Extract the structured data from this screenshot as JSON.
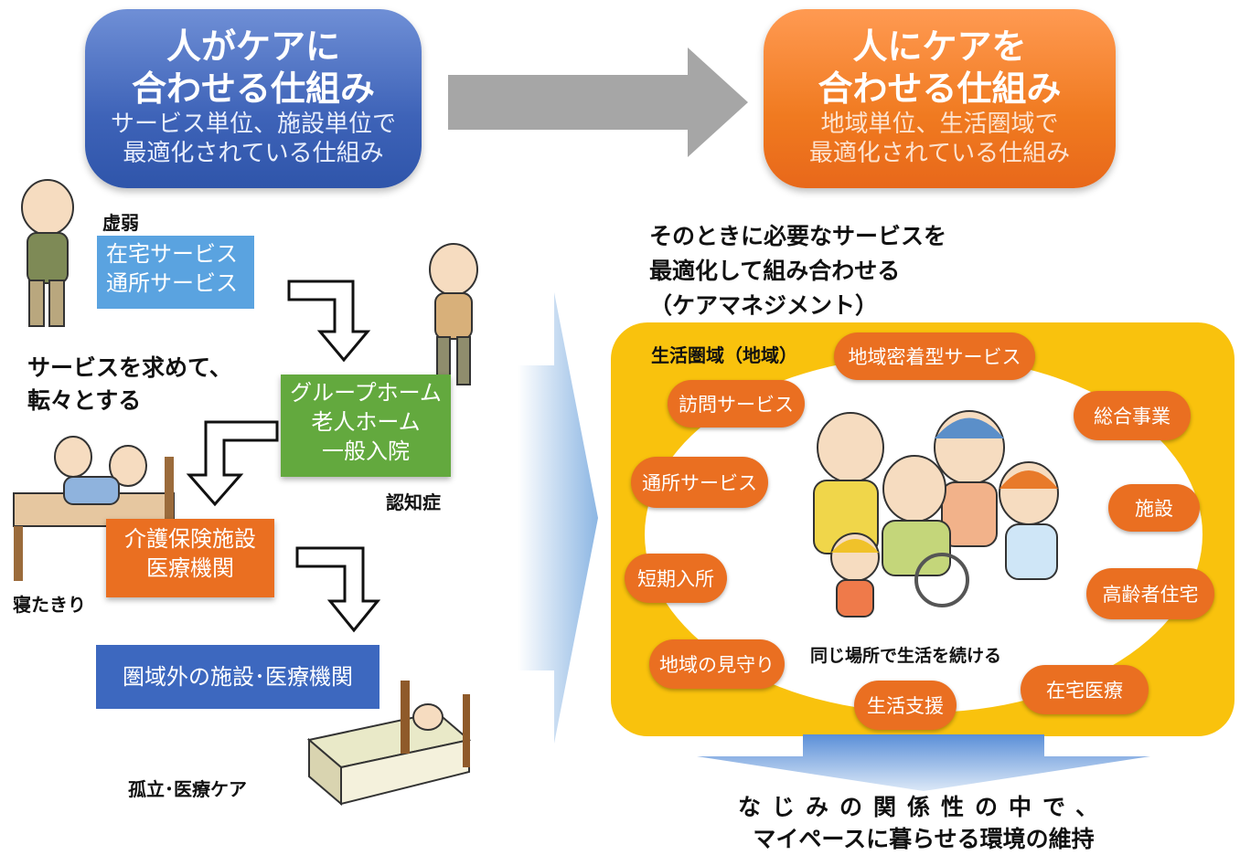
{
  "top_left": {
    "title_line1": "人がケアに",
    "title_line2": "合わせる仕組み",
    "sub_line1": "サービス単位、施設単位で",
    "sub_line2": "最適化されている仕組み"
  },
  "top_right": {
    "title_line1": "人にケアを",
    "title_line2": "合わせる仕組み",
    "sub_line1": "地域単位、生活圏域で",
    "sub_line2": "最適化されている仕組み"
  },
  "left": {
    "frail_label": "虚弱",
    "home_service_line1": "在宅サービス",
    "home_service_line2": "通所サービス",
    "wander_line1": "サービスを求めて、",
    "wander_line2": "転々とする",
    "group_line1": "グループホーム",
    "group_line2": "老人ホーム",
    "group_line3": "一般入院",
    "dementia_label": "認知症",
    "care_facility_line1": "介護保険施設",
    "care_facility_line2": "医療機関",
    "bedridden_label": "寝たきり",
    "outside_facility": "圏域外の施設･医療機関",
    "isolation_label": "孤立･医療ケア"
  },
  "right": {
    "heading_line1": "そのときに必要なサービスを",
    "heading_line2": "最適化して組み合わせる",
    "heading_line3": "（ケアマネジメント）",
    "region_label": "生活圏域（地域）",
    "services": [
      "地域密着型サービス",
      "訪問サービス",
      "総合事業",
      "通所サービス",
      "施設",
      "短期入所",
      "高齢者住宅",
      "地域の見守り",
      "在宅医療",
      "生活支援"
    ],
    "center_caption": "同じ場所で生活を続ける",
    "bottom_line1": "なじみの関係性の中で、",
    "bottom_line2": "マイペースに暮らせる環境の維持"
  },
  "colors": {
    "blue": "#3e63b8",
    "orange": "#f07a20",
    "region_yellow": "#f9c20d",
    "green": "#63a93e",
    "light_blue": "#5aa3e0"
  }
}
